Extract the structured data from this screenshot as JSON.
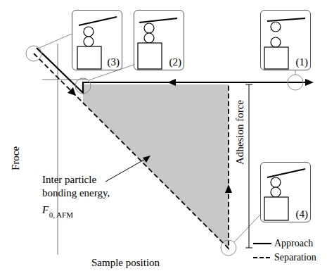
{
  "diagram": {
    "nodes": [
      {
        "text": [
          "(3)"
        ]
      },
      {
        "text": [
          "(2)"
        ]
      },
      {
        "text": [
          "(1)"
        ]
      },
      {
        "text": [
          "(4)"
        ]
      }
    ],
    "labels": [
      "Froce",
      "Sample position",
      "Adhesion force",
      "Inter particle bonding energy,",
      "F",
      "0, AFM"
    ],
    "legend": [
      {
        "text": "Approach"
      },
      {
        "text": "Separation"
      }
    ]
  }
}
